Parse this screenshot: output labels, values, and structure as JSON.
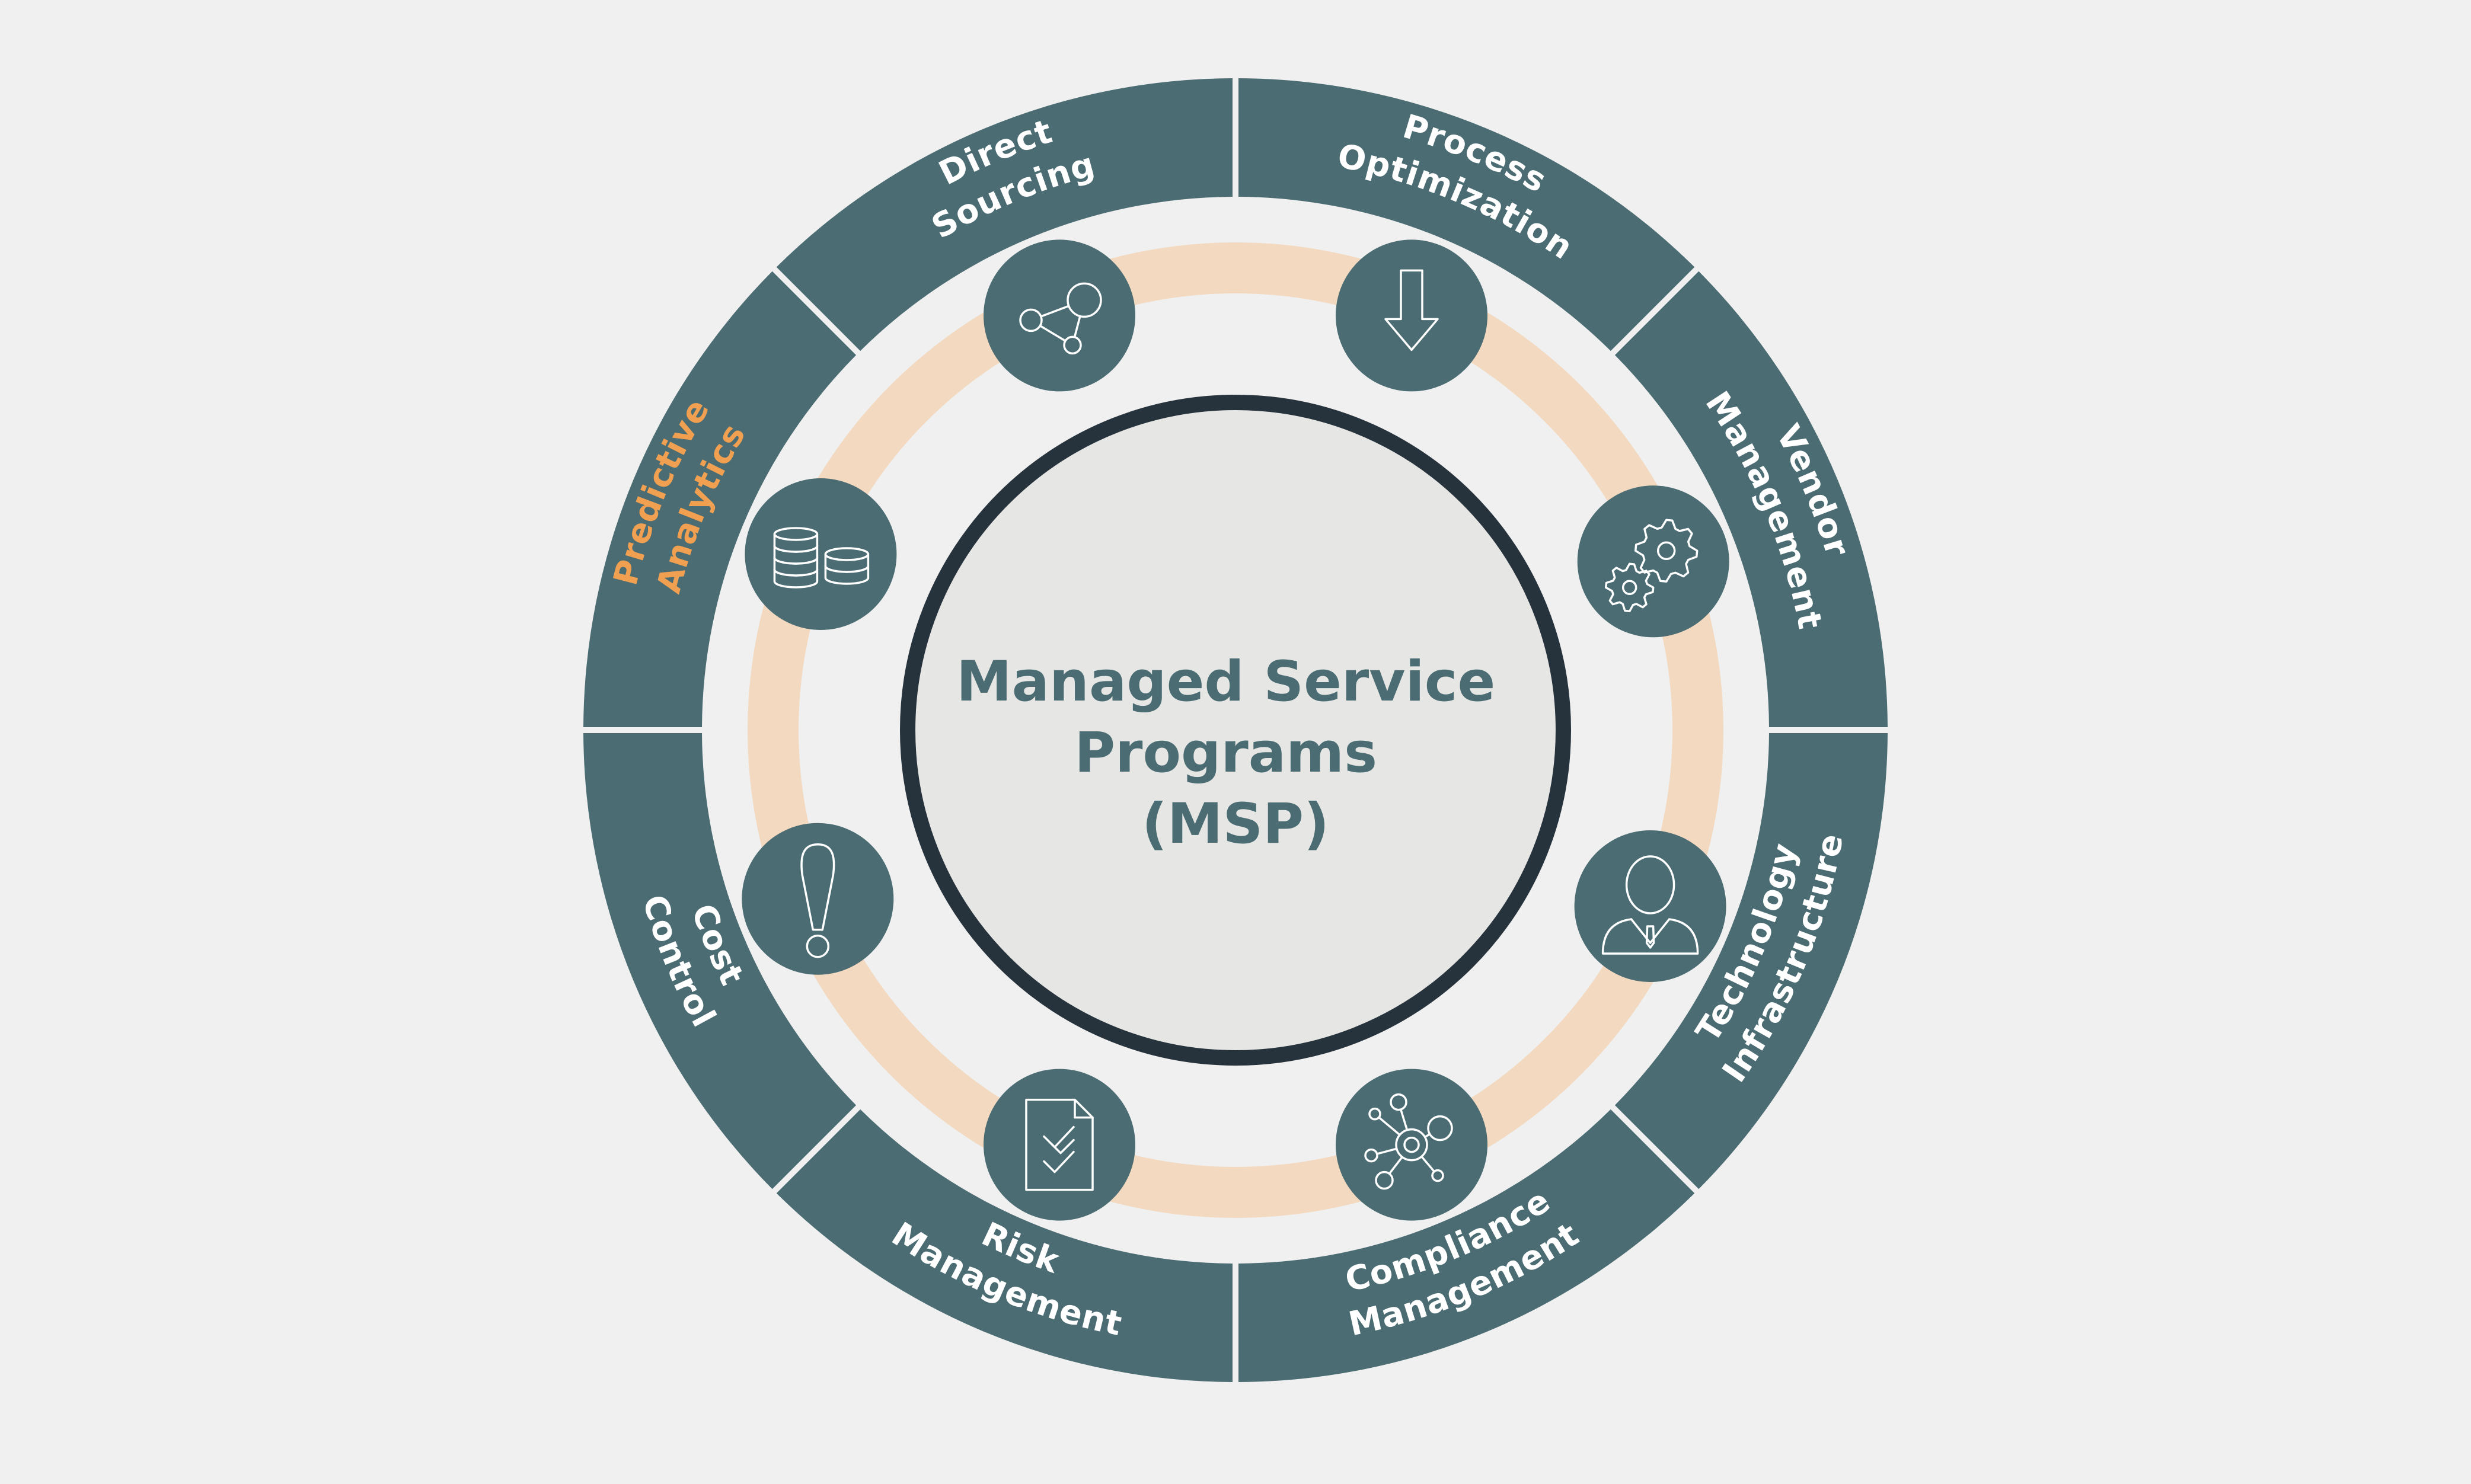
{
  "diagram": {
    "center_title": [
      "Managed Service",
      "Programs",
      "(MSP)"
    ],
    "segments": [
      {
        "lines": [
          "Predictive",
          "Analytics"
        ],
        "active": true
      },
      {
        "lines": [
          "Direct",
          "Sourcing"
        ],
        "active": false
      },
      {
        "lines": [
          "Process",
          "Optimization"
        ],
        "active": false
      },
      {
        "lines": [
          "Vendor",
          "Management"
        ],
        "active": false
      },
      {
        "lines": [
          "Technology",
          "Infrastructure"
        ],
        "active": false
      },
      {
        "lines": [
          "Compliance",
          "Management"
        ],
        "active": false
      },
      {
        "lines": [
          "Risk",
          "Management"
        ],
        "active": false
      },
      {
        "lines": [
          "Cost",
          "Control"
        ],
        "active": false
      }
    ],
    "icons": [
      "network-nodes-icon",
      "download-arrow-icon",
      "gears-icon",
      "businessman-icon",
      "hub-network-icon",
      "document-checklist-icon",
      "exclamation-icon",
      "coin-stacks-icon"
    ]
  },
  "colors": {
    "background": "#f0f0f0",
    "segment": "#4a6c72",
    "segment_text": "#ffffff",
    "active_text": "#f0a050",
    "ring": "#f2d9c0",
    "center_fill": "#e6e6e4",
    "center_border": "#26323c",
    "title": "#4a6c72"
  }
}
